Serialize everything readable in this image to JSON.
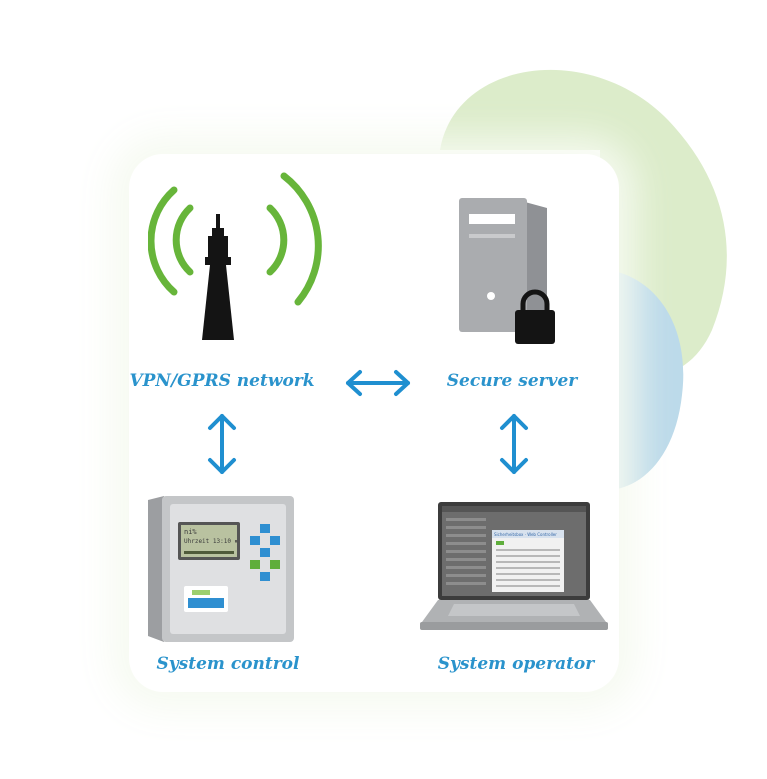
{
  "nodes": {
    "network": {
      "label": "VPN/GPRS network"
    },
    "server": {
      "label": "Secure server"
    },
    "control": {
      "label": "System control"
    },
    "operator": {
      "label": "System operator"
    }
  },
  "colors": {
    "label": "#2a93cc",
    "arrow": "#1f8fd0",
    "signal": "#67b53a",
    "tower": "#141414",
    "server": "#aaacaf",
    "blob_green": "#d9ebc8",
    "blob_blue": "#b9d9ea"
  },
  "control_panel": {
    "lcd_line1": "ni%",
    "lcd_line2": "Uhrzeit  13:10  ⏸"
  },
  "laptop_screen": {
    "window_title": "Sicherheitsbox · Web Controller"
  },
  "connections": [
    {
      "from": "network",
      "to": "server",
      "direction": "both"
    },
    {
      "from": "network",
      "to": "control",
      "direction": "both"
    },
    {
      "from": "server",
      "to": "operator",
      "direction": "both"
    }
  ]
}
